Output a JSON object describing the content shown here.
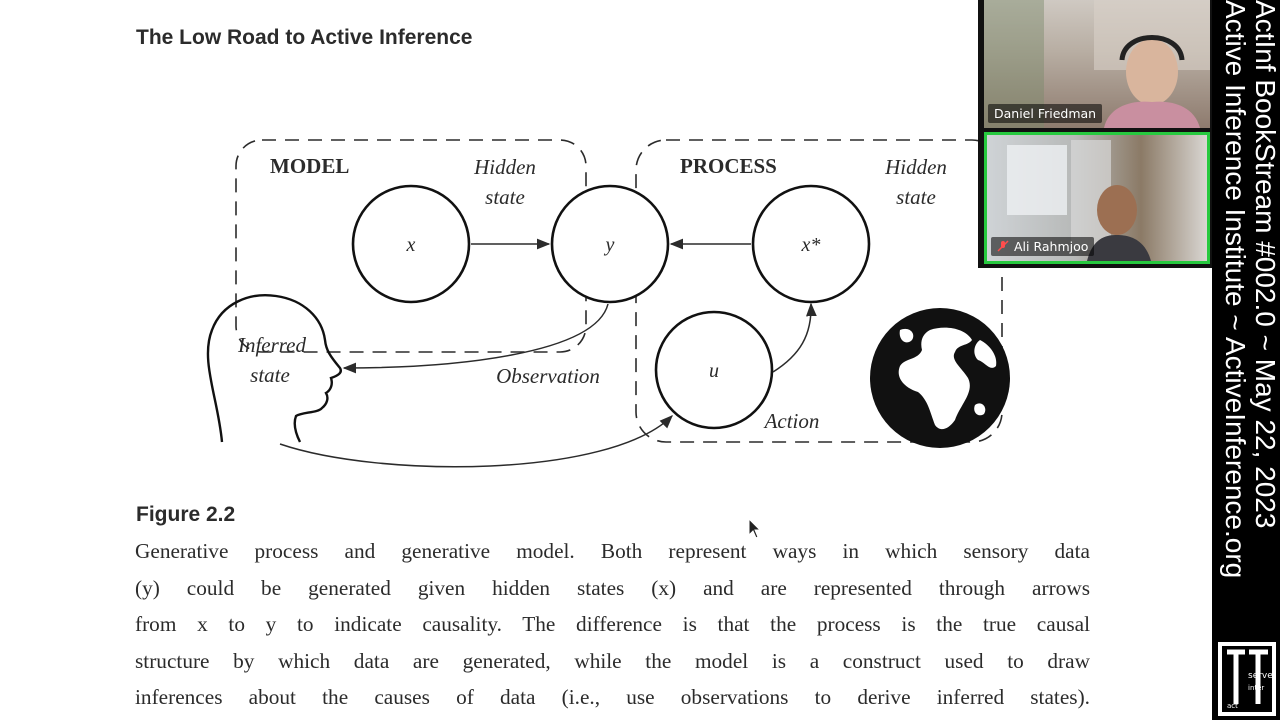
{
  "document": {
    "title": "The Low Road to Active Inference",
    "figure_label": "Figure 2.2",
    "caption_lines": [
      "Generative process and generative model. Both represent ways in which sensory data",
      "(y) could be generated given hidden states (x) and are represented through arrows",
      "from x to y to indicate causality. The difference is that the process is the true causal",
      "structure by which data are generated, while the model is a construct used to draw",
      "inferences about the causes of data (i.e., use observations to derive inferred states)."
    ]
  },
  "diagram": {
    "model_label": "MODEL",
    "process_label": "PROCESS",
    "hidden_state_label_1": "Hidden",
    "hidden_state_label_2": "state",
    "node_x": "x",
    "node_y": "y",
    "node_xstar": "x*",
    "node_u": "u",
    "inferred_label_1": "Inferred",
    "inferred_label_2": "state",
    "observation_label": "Observation",
    "action_label": "Action"
  },
  "video": {
    "participants": [
      {
        "name": "Daniel Friedman",
        "muted": false
      },
      {
        "name": "Ali Rahmjoo",
        "muted": true
      }
    ]
  },
  "banner": {
    "line1": "ActInf BookStream #002.0 ~ May 22, 2023",
    "line2": "Active Inference Institute ~ ActiveInference.org"
  },
  "logo": {
    "line1": "serve",
    "line2": "inter",
    "line3": "act"
  },
  "colors": {
    "ink": "#2b2b2b",
    "banner_bg": "#000000",
    "active_speaker_border": "#27c93f"
  }
}
